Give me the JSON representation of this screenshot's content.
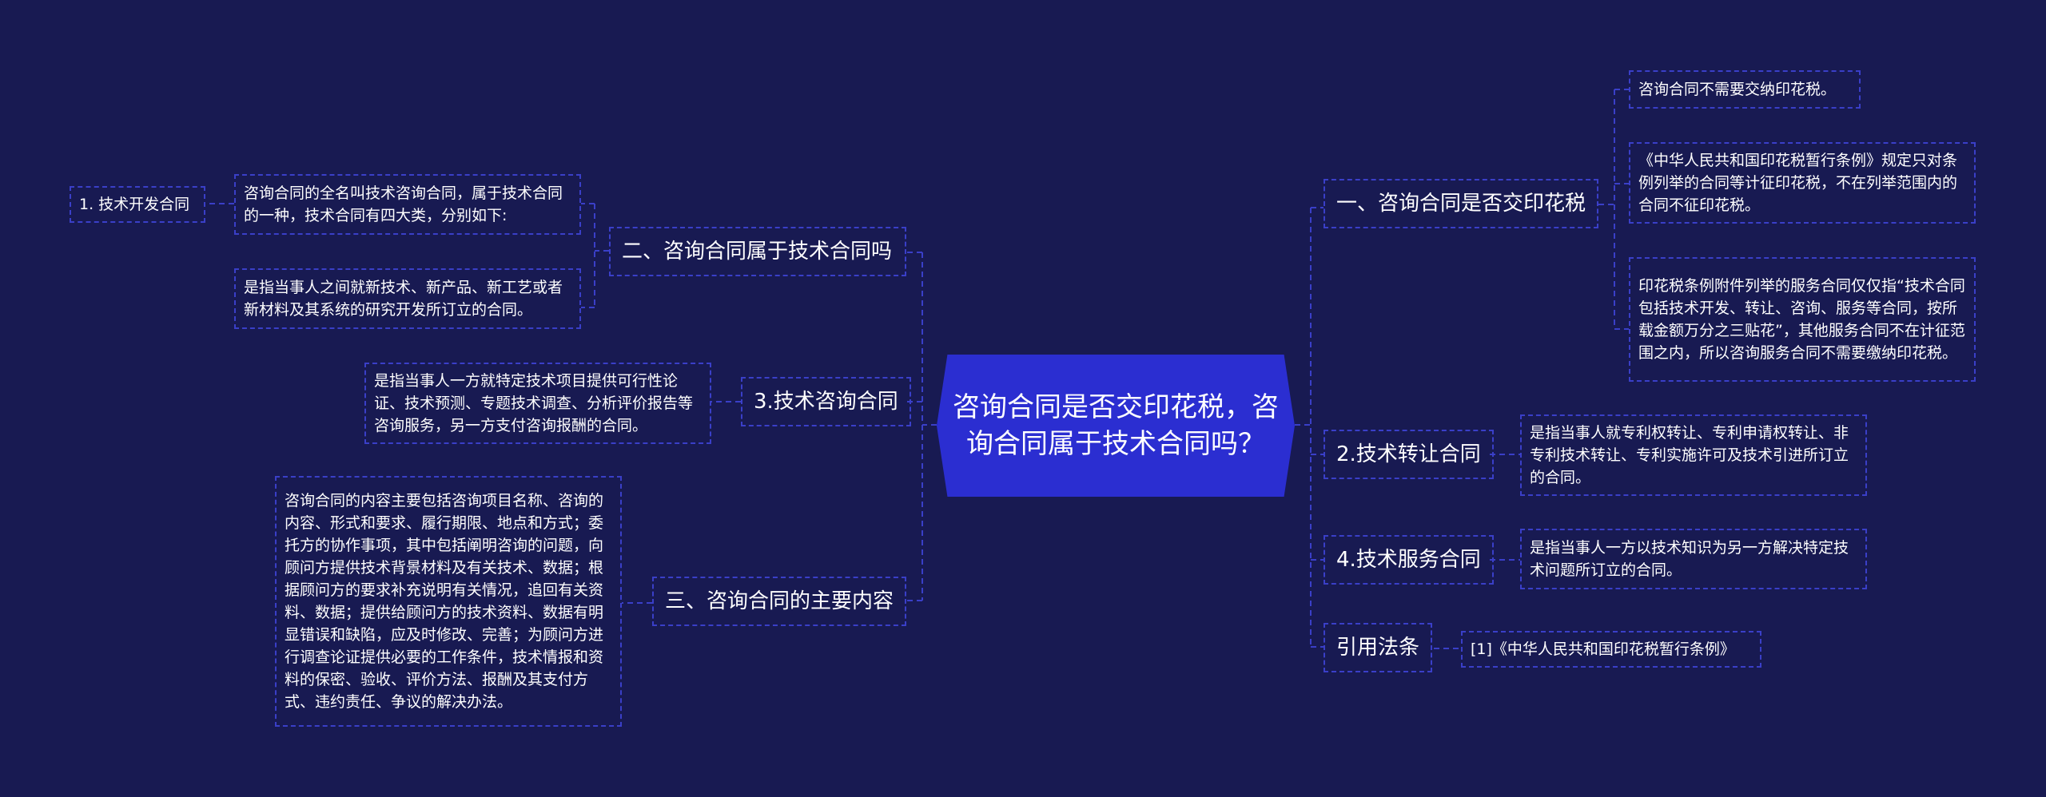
{
  "center": {
    "text": "咨询合同是否交印花税，咨询合同属于技术合同吗？"
  },
  "right_branches": [
    {
      "label": "一、咨询合同是否交印花税",
      "children": [
        "咨询合同不需要交纳印花税。",
        "《中华人民共和国印花税暂行条例》规定只对条例列举的合同等计征印花税，不在列举范围内的合同不征印花税。",
        "印花税条例附件列举的服务合同仅仅指“技术合同包括技术开发、转让、咨询、服务等合同，按所载金额万分之三贴花”，其他服务合同不在计征范围之内，所以咨询服务合同不需要缴纳印花税。"
      ]
    },
    {
      "label": "2.技术转让合同",
      "children": [
        "是指当事人就专利权转让、专利申请权转让、非专利技术转让、专利实施许可及技术引进所订立的合同。"
      ]
    },
    {
      "label": "4.技术服务合同",
      "children": [
        "是指当事人一方以技术知识为另一方解决特定技术问题所订立的合同。"
      ]
    },
    {
      "label": "引用法条",
      "children": [
        "[1]《中华人民共和国印花税暂行条例》"
      ]
    }
  ],
  "left_branches": [
    {
      "label": "二、咨询合同属于技术合同吗",
      "children": [
        {
          "text": "咨询合同的全名叫技术咨询合同，属于技术合同的一种，技术合同有四大类，分别如下:",
          "child": "1. 技术开发合同"
        },
        {
          "text": "是指当事人之间就新技术、新产品、新工艺或者新材料及其系统的研究开发所订立的合同。"
        }
      ]
    },
    {
      "label": "3.技术咨询合同",
      "children": [
        {
          "text": "是指当事人一方就特定技术项目提供可行性论证、技术预测、专题技术调查、分析评价报告等咨询服务，另一方支付咨询报酬的合同。"
        }
      ]
    },
    {
      "label": "三、咨询合同的主要内容",
      "children": [
        {
          "text": "咨询合同的内容主要包括咨询项目名称、咨询的内容、形式和要求、履行期限、地点和方式；委托方的协作事项，其中包括阐明咨询的问题，向顾问方提供技术背景材料及有关技术、数据；根据顾问方的要求补充说明有关情况，追回有关资料、数据；提供给顾问方的技术资料、数据有明显错误和缺陷，应及时修改、完善；为顾问方进行调查论证提供必要的工作条件，技术情报和资料的保密、验收、评价方法、报酬及其支付方式、违约责任、争议的解决办法。"
        }
      ]
    }
  ],
  "colors": {
    "background": "#181a52",
    "center_fill": "#2b2ed1",
    "border": "#3a3fc8",
    "line": "#3a3fc8"
  }
}
